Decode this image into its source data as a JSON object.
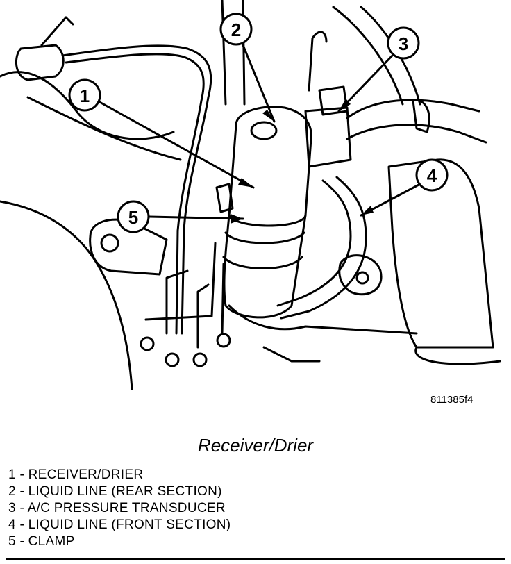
{
  "figure": {
    "code": "811385f4",
    "callouts": [
      {
        "number": "1"
      },
      {
        "number": "2"
      },
      {
        "number": "3"
      },
      {
        "number": "4"
      },
      {
        "number": "5"
      }
    ]
  },
  "caption": "Receiver/Drier",
  "legend": [
    "1 - RECEIVER/DRIER",
    "2 - LIQUID LINE (REAR SECTION)",
    "3 - A/C PRESSURE TRANSDUCER",
    "4 - LIQUID LINE (FRONT SECTION)",
    "5 - CLAMP"
  ]
}
